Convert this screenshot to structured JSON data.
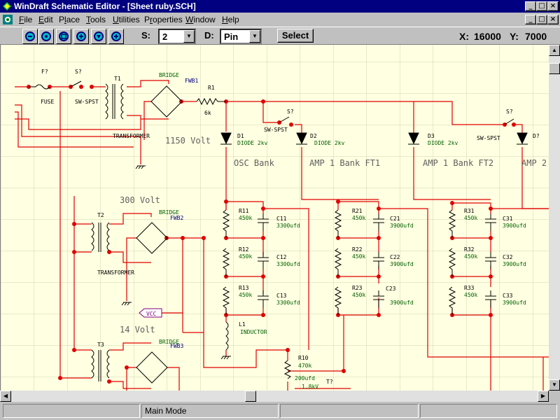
{
  "window": {
    "title": "WinDraft Schematic Editor - [Sheet ruby.SCH]",
    "controls": [
      "_",
      "□",
      "×"
    ]
  },
  "menu": {
    "items": [
      {
        "pre": "",
        "ul": "F",
        "post": "ile"
      },
      {
        "pre": "",
        "ul": "E",
        "post": "dit"
      },
      {
        "pre": "P",
        "ul": "l",
        "post": "ace"
      },
      {
        "pre": "",
        "ul": "T",
        "post": "ools"
      },
      {
        "pre": "",
        "ul": "U",
        "post": "tilities"
      },
      {
        "pre": "P",
        "ul": "r",
        "post": "operties"
      },
      {
        "pre": "",
        "ul": "W",
        "post": "indow"
      },
      {
        "pre": "",
        "ul": "H",
        "post": "elp"
      }
    ],
    "doc_controls": [
      "_",
      "□",
      "×"
    ]
  },
  "toolbar": {
    "zoom_icons": [
      "zoom-out-icon",
      "zoom-in-icon",
      "zoom-fit-icon",
      "zoom-in-plus-icon",
      "zoom-area-icon",
      "zoom-pan-icon"
    ],
    "s_label": "S:",
    "s_value": "2",
    "d_label": "D:",
    "d_value": "Pin",
    "select_label": "Select",
    "x_label": "X:",
    "x_value": "16000",
    "y_label": "Y:",
    "y_value": "7000"
  },
  "status": {
    "panels": [
      "",
      "Main Mode",
      "",
      ""
    ]
  },
  "schematic": {
    "wire_color": "#e00000",
    "component_color": "#000000",
    "label_color": "#006000",
    "text_color": "#606060",
    "net_label_color": "#800080",
    "grid_color": "#d8d8c0",
    "labels": {
      "f": "F?",
      "fuse": "FUSE",
      "s1": "S?",
      "sw1": "SW-SPST",
      "t1": "T1",
      "transformer1": "TRANSFORMER",
      "bridge1": "BRIDGE",
      "fwb1": "FWB1",
      "r1": "R1",
      "r1v": "6k",
      "v1150": "1150 Volt",
      "s2": "S?",
      "sw2": "SW-SPST",
      "s3": "S?",
      "sw3": "SW-SPST",
      "d1": "D1",
      "d1v": "DIODE 2kv",
      "d2": "D2",
      "d2v": "DIODE 2kv",
      "d3": "D3",
      "d3v": "DIODE 2kv",
      "d4": "D?",
      "osc": "OSC Bank",
      "amp1": "AMP 1 Bank FT1",
      "amp2": "AMP 1 Bank FT2",
      "amp3": "AMP 2",
      "v300": "300 Volt",
      "t2": "T2",
      "bridge2": "BRIDGE",
      "fwb2": "FWB2",
      "transformer2": "TRANSFORMER",
      "r11": "R11",
      "r11v": "450k",
      "c11": "C11",
      "c11v": "3300ufd",
      "r12": "R12",
      "r12v": "450k",
      "c12": "C12",
      "c12v": "3300ufd",
      "r13": "R13",
      "r13v": "450k",
      "c13": "C13",
      "c13v": "3300ufd",
      "r21": "R21",
      "r21v": "450k",
      "c21": "C21",
      "c21v": "3900ufd",
      "r22": "R22",
      "r22v": "450k",
      "c22": "C22",
      "c22v": "3900ufd",
      "r23": "R23",
      "r23v": "450k",
      "c23": "C23",
      "c23v": "3900ufd",
      "r31": "R31",
      "r31v": "450k",
      "c31": "C31",
      "c31v": "3900ufd",
      "r32": "R32",
      "r32v": "450k",
      "c32": "C32",
      "c32v": "3900ufd",
      "r33": "R33",
      "r33v": "450k",
      "c33": "C33",
      "c33v": "3900ufd",
      "l1": "L1",
      "inductor": "INDUCTOR",
      "vcc": "VCC",
      "v14": "14 Volt",
      "t3": "T3",
      "bridge3": "BRIDGE",
      "fwb3": "FWB3",
      "r10": "R10",
      "r10v": "470k",
      "c200": "200ufd",
      "q": "T?",
      "q2": "1.8kV"
    }
  }
}
